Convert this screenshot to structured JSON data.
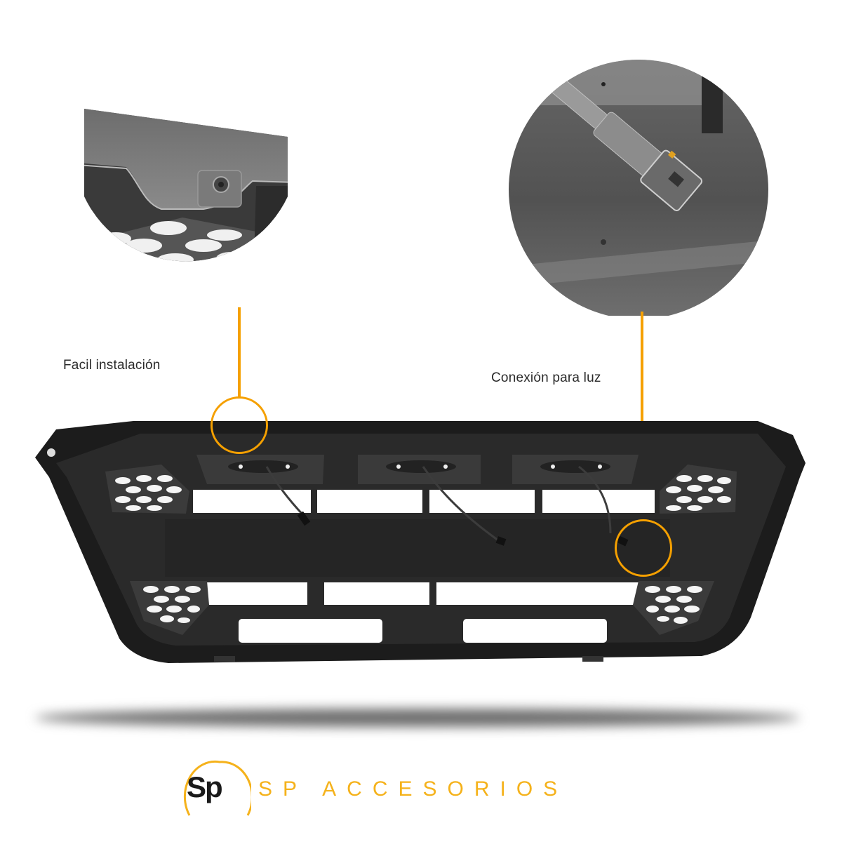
{
  "callouts": [
    {
      "id": "installation",
      "label": "Facil instalación"
    },
    {
      "id": "light",
      "label": "Conexión para luz"
    }
  ],
  "brand": {
    "logo_letters": "Sp",
    "name": "SP ACCESORIOS"
  },
  "colors": {
    "accent": "#F5A000",
    "brand_yellow": "#F5B21B",
    "product_dark": "#1e1e1e",
    "background": "#ffffff"
  },
  "icons": {
    "detail_1": "mounting-tab-zoom-image",
    "detail_2": "wire-connector-zoom-image",
    "product": "front-grille-image"
  }
}
